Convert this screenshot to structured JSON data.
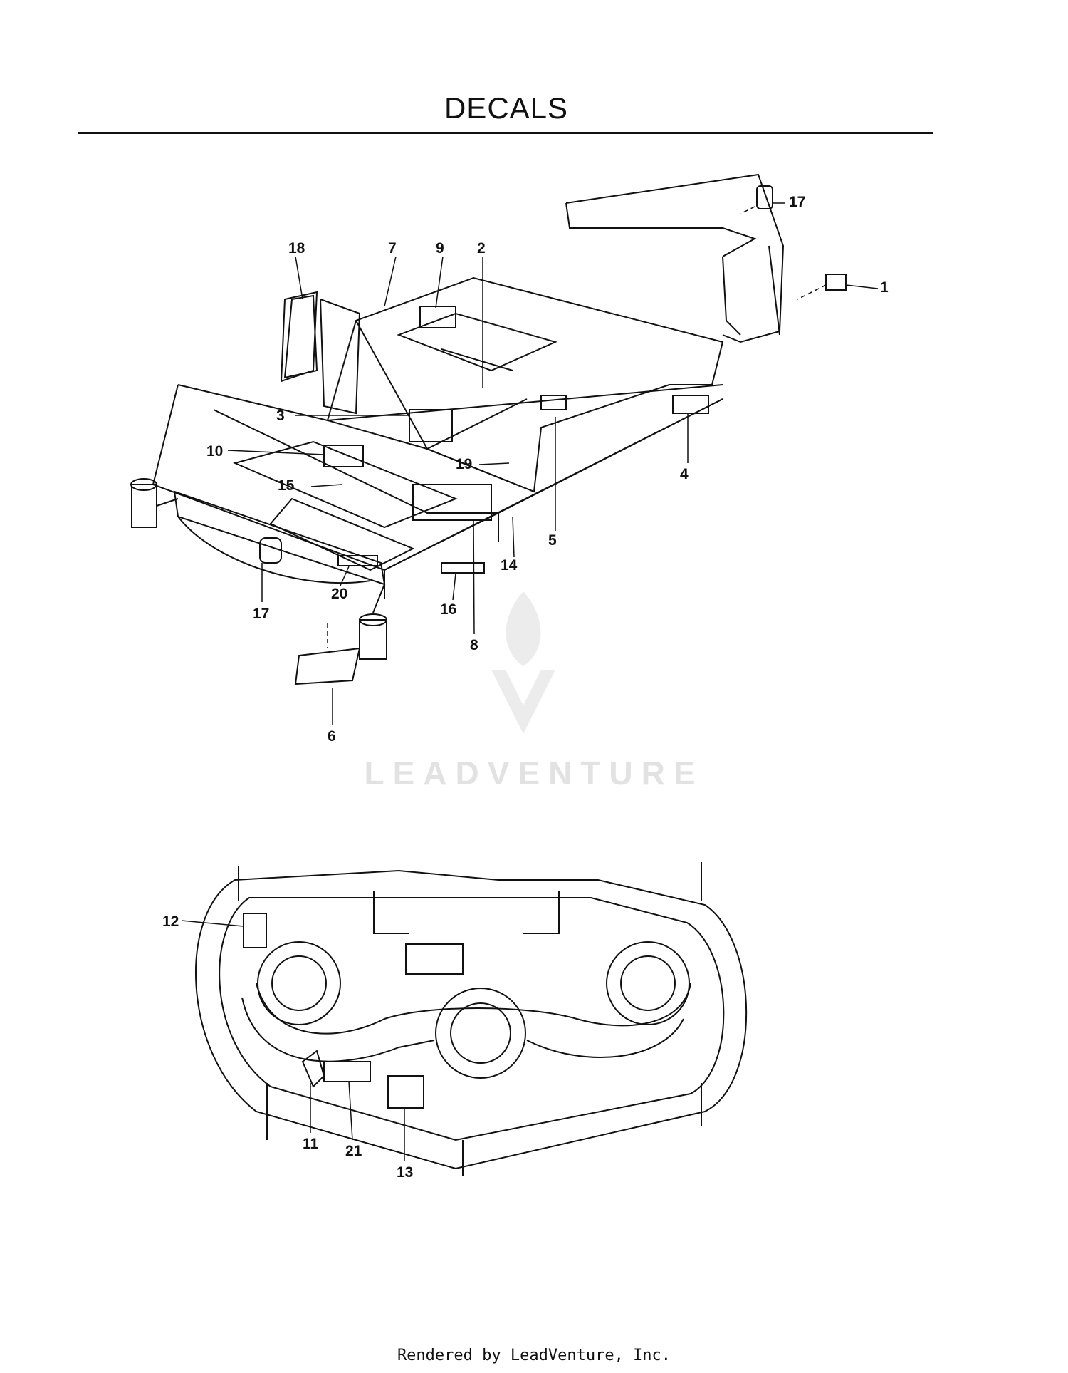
{
  "page": {
    "title": "DECALS",
    "footer": "Rendered by LeadVenture, Inc."
  },
  "watermark": {
    "text": "LEADVENTURE"
  },
  "callouts_upper": [
    "18",
    "7",
    "9",
    "2",
    "17",
    "1",
    "3",
    "10",
    "19",
    "15",
    "4",
    "5",
    "14",
    "17",
    "20",
    "16",
    "8",
    "6"
  ],
  "callouts_lower": [
    "12",
    "11",
    "21",
    "13"
  ]
}
